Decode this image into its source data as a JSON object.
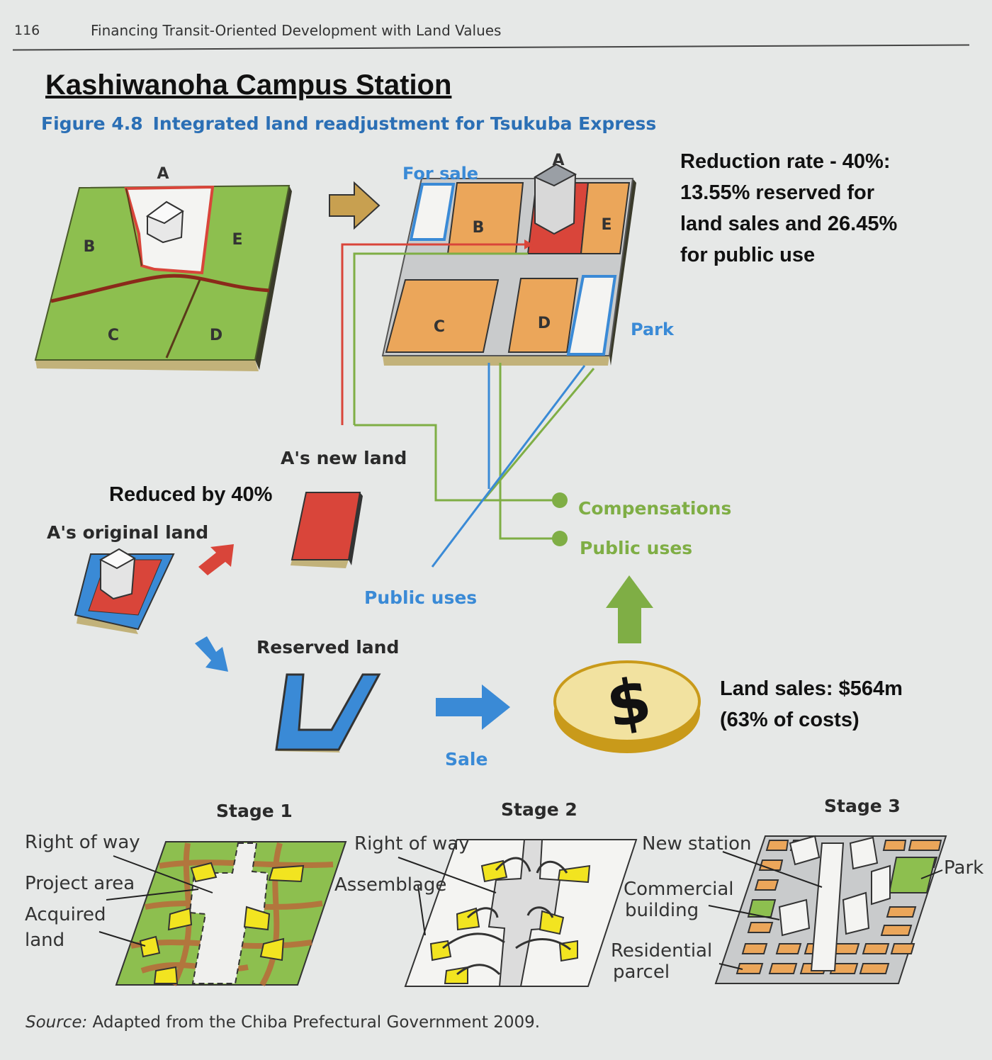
{
  "header": {
    "page_number": "116",
    "running_title": "Financing Transit-Oriented Development with Land Values"
  },
  "overlay_title": "Kashiwanoha Campus Station",
  "figure": {
    "number": "Figure 4.8",
    "title": "Integrated land readjustment for Tsukuba Express"
  },
  "notes": {
    "reduction": [
      "Reduction rate - 40%:",
      "13.55% reserved for",
      "land sales and 26.45%",
      "for public use"
    ],
    "reduced": "Reduced by 40%",
    "sales": [
      "Land sales: $564m",
      "(63% of costs)"
    ]
  },
  "before_plot": {
    "parcels": [
      "A",
      "B",
      "C",
      "D",
      "E"
    ]
  },
  "after_plot": {
    "parcels": [
      "A",
      "B",
      "C",
      "D",
      "E"
    ],
    "for_sale": "For sale",
    "park": "Park"
  },
  "flow": {
    "a_new_land": "A's new land",
    "a_original_land": "A's original land",
    "reserved_land": "Reserved land",
    "public_uses_blue": "Public uses",
    "compensations": "Compensations",
    "public_uses_green": "Public uses",
    "sale": "Sale",
    "coin_symbol": "$"
  },
  "stages": [
    {
      "title": "Stage 1",
      "labels": [
        "Right of way",
        "Project area",
        "Acquired",
        "land"
      ]
    },
    {
      "title": "Stage 2",
      "labels": [
        "Right of way",
        "Assemblage"
      ]
    },
    {
      "title": "Stage 3",
      "labels": [
        "New station",
        "Commercial",
        "building",
        "Residential",
        "parcel",
        "Park"
      ]
    }
  ],
  "source": {
    "prefix": "Source:",
    "text": " Adapted from the Chiba Prefectural Government 2009."
  },
  "colors": {
    "green": "#8dbf4f",
    "orange": "#eba65a",
    "red": "#d9453a",
    "blue": "#3a8ad6",
    "road": "#c9cbcc",
    "lime": "#7fae45"
  }
}
